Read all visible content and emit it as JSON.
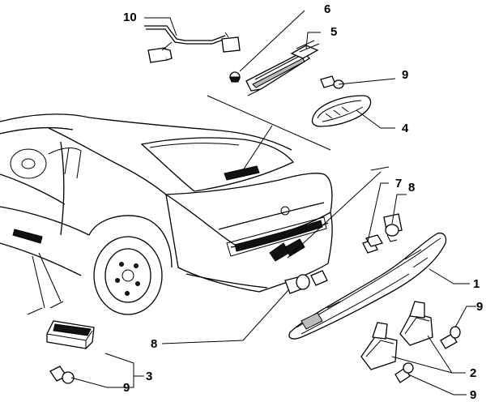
{
  "callouts": {
    "c1": "1",
    "c2": "2",
    "c3": "3",
    "c4": "4",
    "c5": "5",
    "c6": "6",
    "c7": "7",
    "c8_top": "8",
    "c8_bottom": "8",
    "c9_top": "9",
    "c9_right": "9",
    "c9_bottom_right": "9",
    "c9_bottom_left": "9",
    "c10": "10"
  }
}
